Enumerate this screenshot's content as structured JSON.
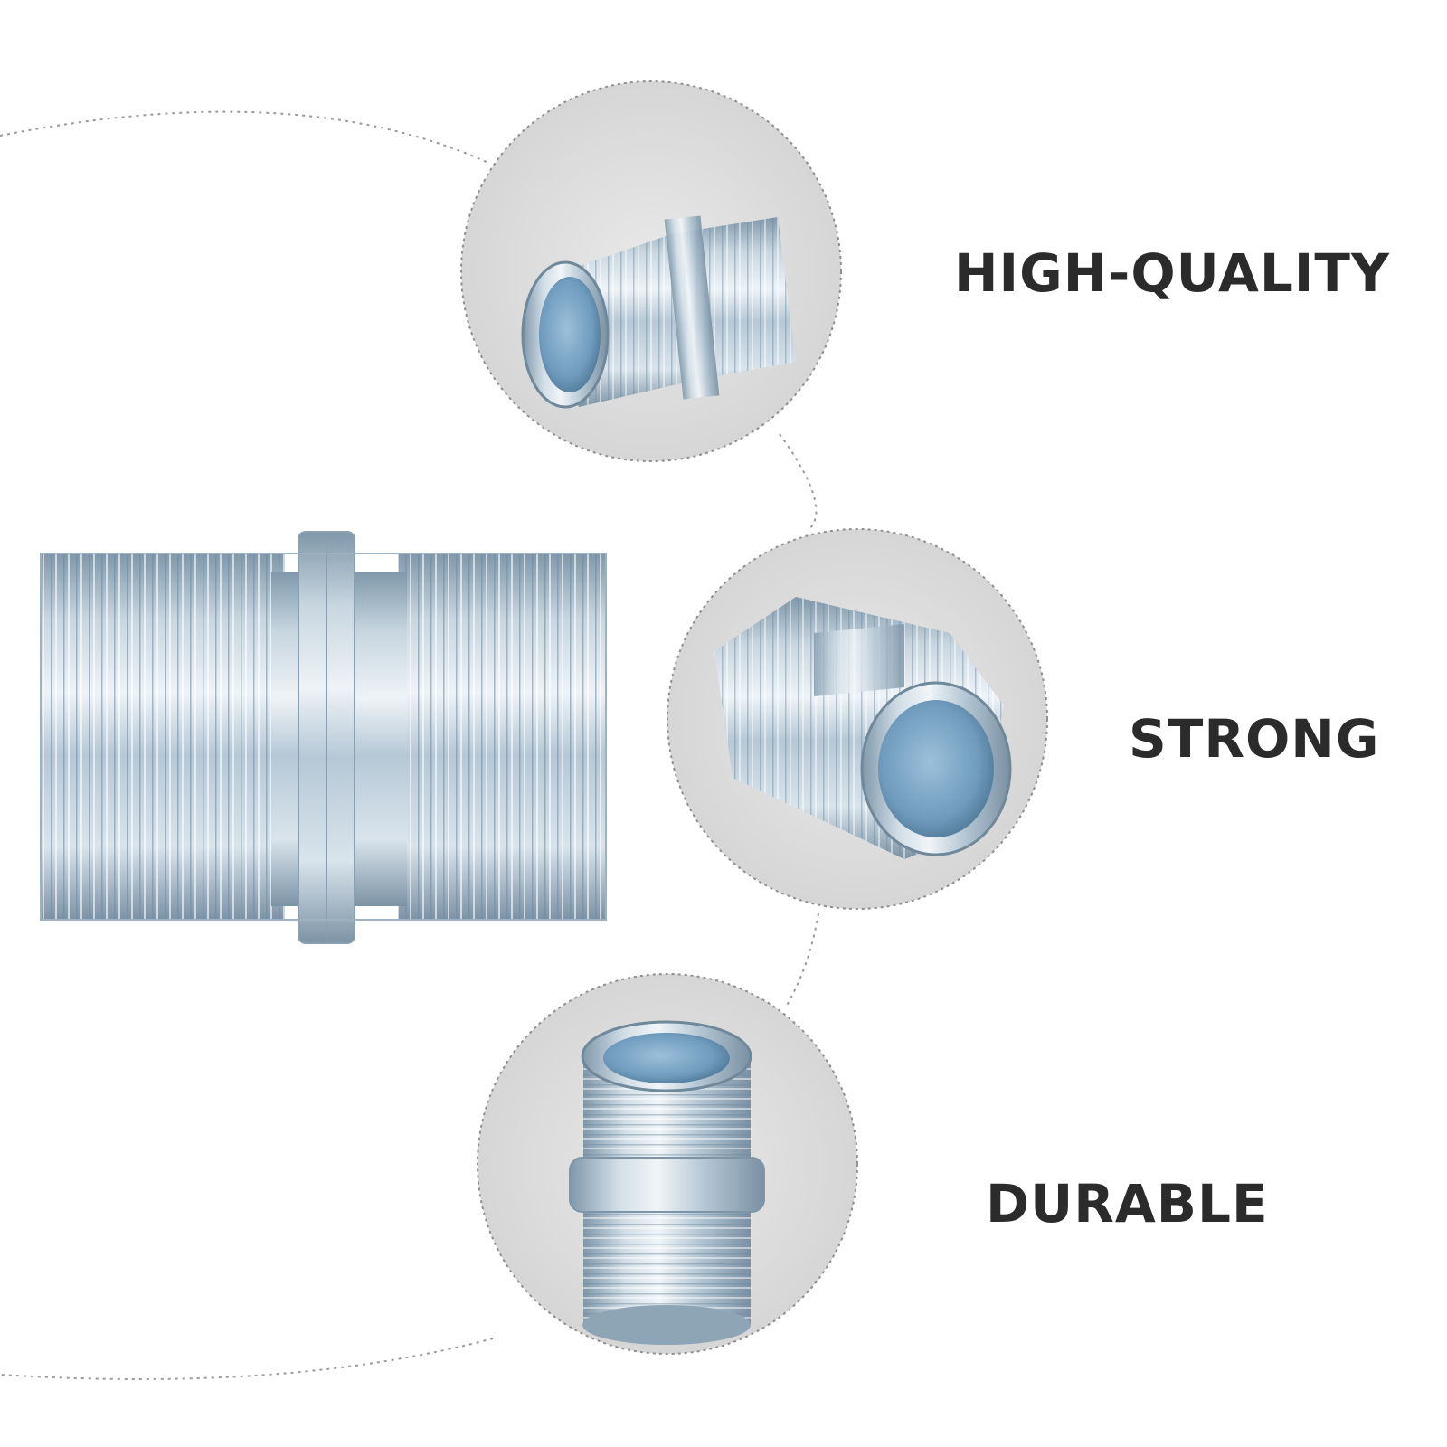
{
  "features": [
    {
      "label": "HIGH-QUALITY"
    },
    {
      "label": "STRONG"
    },
    {
      "label": "DURABLE"
    }
  ],
  "colors": {
    "label_text": "#2b2b2b",
    "metal_light": "#dfe8ef",
    "metal_mid": "#9fb6c6",
    "metal_dark": "#6a8597",
    "bore_blue": "#7fa8c9",
    "circle_bg": "#dedede",
    "dotted_line": "#9a9a9a"
  },
  "icons": {
    "main": "threaded-pipe-nipple-icon",
    "circle_1": "pipe-nipple-angled-view-icon",
    "circle_2": "pipe-nipple-rear-view-icon",
    "circle_3": "pipe-nipple-upright-view-icon"
  }
}
